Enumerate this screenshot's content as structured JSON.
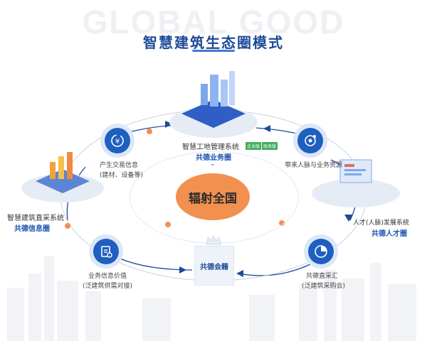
{
  "watermark": "GLOBAL GOOD",
  "title": "智慧建筑生态圈模式",
  "center": "辐射全国",
  "member": "共德会籍",
  "top_node": {
    "system": "智慧工地管理系统",
    "badges": [
      "企业版",
      "政务版"
    ],
    "circle": "共德业务圈"
  },
  "left_node": {
    "system": "智慧建筑直采系统",
    "circle": "共德信息圈"
  },
  "right_node": {
    "system": "人才(人脉)发展系统",
    "circle": "共德人才圈"
  },
  "icons": {
    "trade": {
      "line1": "产生交易信息",
      "line2": "(建材、设备等)",
      "icon": "yen-cycle-icon"
    },
    "people": {
      "line1": "带来人脉与业务资源",
      "icon": "network-icon"
    },
    "value": {
      "line1": "业务信息价值",
      "line2": "(泛建筑供需对接)",
      "icon": "clipboard-gear-icon"
    },
    "gather": {
      "line1": "共德直采汇",
      "line2": "(泛建筑采购会)",
      "icon": "pie-chart-icon"
    }
  },
  "colors": {
    "primary": "#1f5fbf",
    "title": "#1f4a98",
    "orange": "#f2904f",
    "badge_green": "#3fae5a"
  }
}
